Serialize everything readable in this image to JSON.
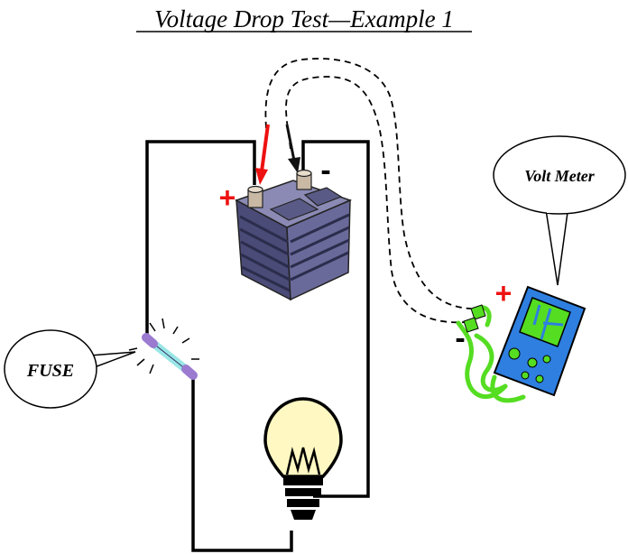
{
  "title": "Voltage Drop Test—Example 1",
  "battery": {
    "positive_label": "+",
    "negative_label": "-"
  },
  "meter": {
    "label": "Volt Meter",
    "positive_label": "+",
    "negative_label": "-"
  },
  "fuse": {
    "label": "FUSE"
  },
  "colors": {
    "wire": "#000000",
    "probe_red": "#ee1111",
    "probe_black": "#111111",
    "meter_body": "#2e7fe0",
    "meter_screen": "#55dd22",
    "meter_leads": "#55dd22",
    "battery_body": "#5a5a86",
    "bulb_glass": "#fff8c2",
    "fuse_glass": "#99e6e6"
  },
  "icons": [
    "battery-icon",
    "light-bulb-icon",
    "fuse-icon",
    "voltmeter-icon"
  ]
}
